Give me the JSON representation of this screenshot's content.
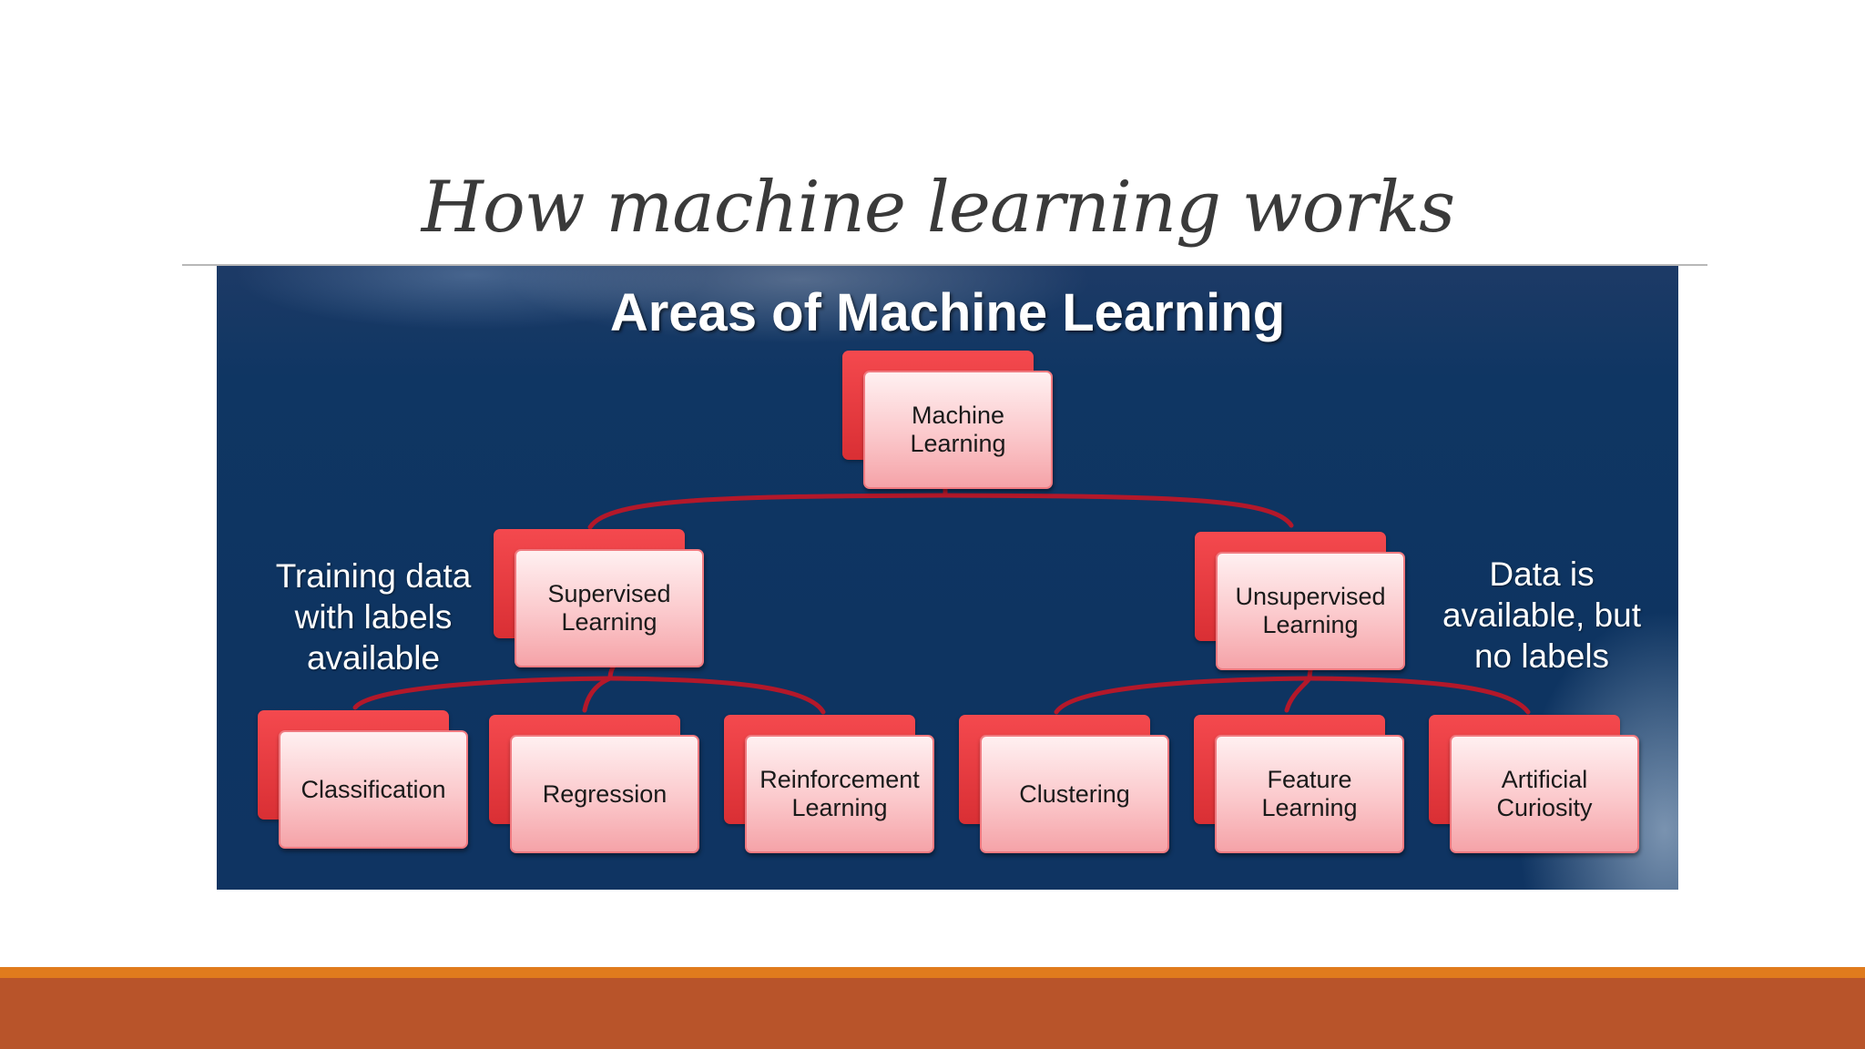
{
  "slide": {
    "title": "How machine learning works"
  },
  "diagram": {
    "heading": "Areas of Machine Learning",
    "root": {
      "label": "Machine\nLearning"
    },
    "branches": [
      {
        "label": "Supervised\nLearning",
        "note": "Training data\nwith labels\navailable",
        "children": [
          "Classification",
          "Regression",
          "Reinforcement\nLearning"
        ]
      },
      {
        "label": "Unsupervised\nLearning",
        "note": "Data is\navailable, but\nno labels",
        "children": [
          "Clustering",
          "Feature\nLearning",
          "Artificial\nCuriosity"
        ]
      }
    ],
    "colors": {
      "background": "#0f3663",
      "box_back": "#e3363b",
      "box_front": "#fbc8cb",
      "connector": "#b3182a"
    }
  }
}
